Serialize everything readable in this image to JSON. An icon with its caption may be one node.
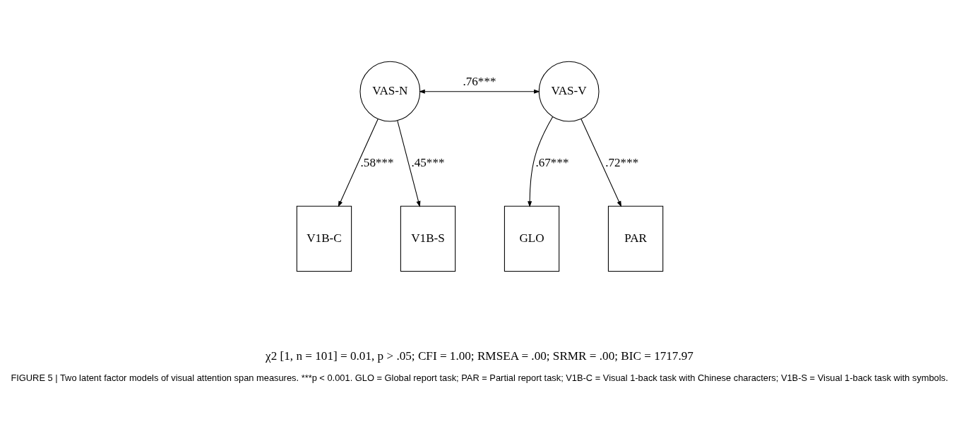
{
  "diagram": {
    "caption": "FIGURE 5 | Two latent factor models of visual attention span measures. ***p < 0.001. GLO = Global report task; PAR = Partial report task; V1B-C = Visual 1-back task with Chinese characters; V1B-S = Visual 1-back task with symbols.",
    "nodes": [
      {
        "text": [
          "VAS-N"
        ]
      },
      {
        "text": [
          "VAS-V"
        ]
      },
      {
        "text": [
          "V1B-C"
        ]
      },
      {
        "text": [
          "V1B-S"
        ]
      },
      {
        "text": [
          "GLO"
        ]
      },
      {
        "text": [
          "PAR"
        ]
      }
    ],
    "edges": [
      {
        "from": 0,
        "to": 1,
        "arrow": "both",
        "label": ".76***"
      },
      {
        "from": 0,
        "to": 2,
        "arrow": "to",
        "label": ".58***"
      },
      {
        "from": 0,
        "to": 3,
        "arrow": "to",
        "label": ".45***"
      },
      {
        "from": 1,
        "to": 4,
        "arrow": "to",
        "label": ".67***"
      },
      {
        "from": 1,
        "to": 5,
        "arrow": "to",
        "label": ".72***"
      }
    ],
    "labels": [
      "χ2 [1, n = 101] = 0.01, p > .05; CFI = 1.00; RMSEA = .00; SRMR = .00; BIC = 1717.97"
    ]
  }
}
